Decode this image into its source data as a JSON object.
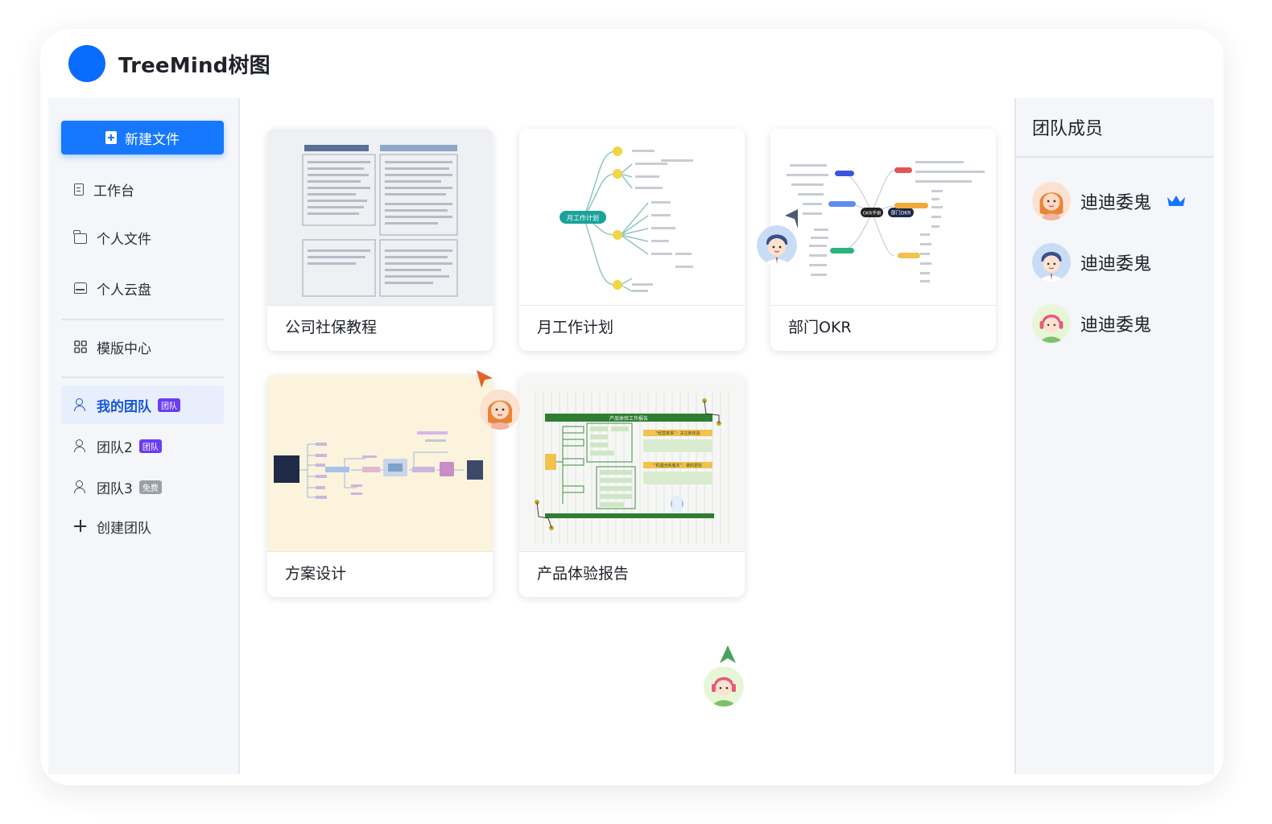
{
  "app": {
    "title": "TreeMind树图",
    "brand_color": "#0a6cff"
  },
  "sidebar": {
    "new_file_label": "新建文件",
    "items": [
      {
        "label": "工作台",
        "icon": "desk-icon"
      },
      {
        "label": "个人文件",
        "icon": "folder-icon"
      },
      {
        "label": "个人云盘",
        "icon": "cloud-drive-icon"
      },
      {
        "label": "模版中心",
        "icon": "grid-icon"
      }
    ],
    "teams": [
      {
        "label": "我的团队",
        "tag": "团队",
        "active": true
      },
      {
        "label": "团队2",
        "tag": "团队"
      },
      {
        "label": "团队3",
        "tag": "免费"
      }
    ],
    "create_team_label": "创建团队"
  },
  "files": [
    {
      "title": "公司社保教程",
      "style": "document"
    },
    {
      "title": "月工作计划",
      "style": "mindmap"
    },
    {
      "title": "部门OKR",
      "style": "mindmap"
    },
    {
      "title": "方案设计",
      "style": "flow"
    },
    {
      "title": "产品体验报告",
      "style": "report"
    }
  ],
  "members": {
    "title": "团队成员",
    "list": [
      {
        "name": "迪迪委鬼",
        "owner": true
      },
      {
        "name": "迪迪委鬼"
      },
      {
        "name": "迪迪委鬼"
      }
    ]
  },
  "thumb_text": {
    "plan_center": "月工作计划",
    "okr_center": "OKR手册",
    "okr_right": "部门OKR",
    "report_header": "产品体验工作报告",
    "report_tag1": "“经营故事”：关注新体验",
    "report_tag2": "“机遇全新版本”：做的更好"
  },
  "accent_colors": {
    "primary": "#1677ff",
    "team_tag": "#6a3df0",
    "free_tag": "#9aa0a8"
  }
}
